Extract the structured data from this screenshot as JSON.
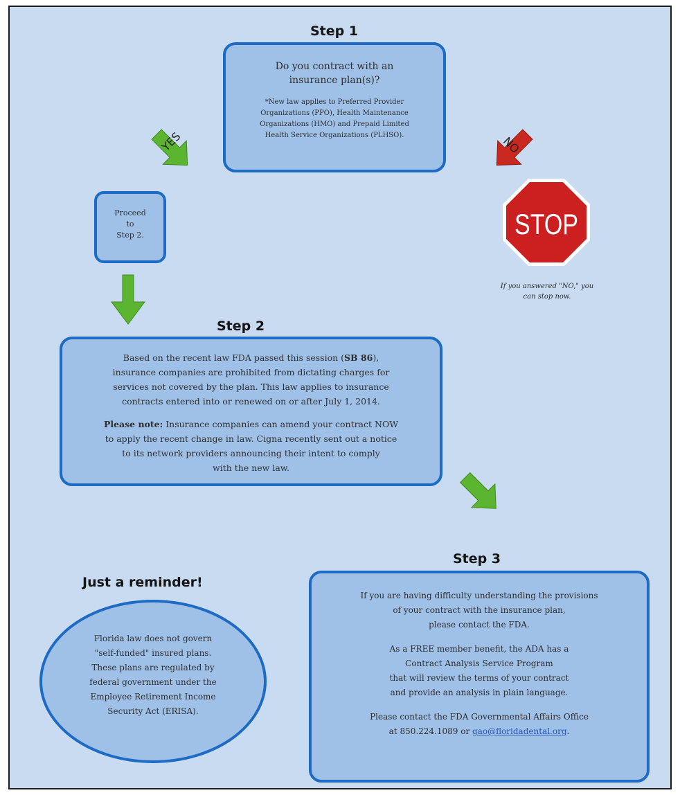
{
  "colors": {
    "background": "#c9dbf0",
    "box_fill": "#9fc0e7",
    "box_border": "#1d6bc4",
    "yes_arrow": "#5cb531",
    "no_arrow": "#c8281e",
    "stop_sign": "#cc1f1f"
  },
  "step1": {
    "heading": "Step 1",
    "question_line1": "Do you contract with an",
    "question_line2": "insurance plan(s)?",
    "note_line1": "*New law applies to Preferred Provider",
    "note_line2": "Organizations (PPO), Health Maintenance",
    "note_line3": "Organizations (HMO) and Prepaid Limited",
    "note_line4": "Health Service Organizations (PLHSO)."
  },
  "yes_label": "YES",
  "no_label": "NO",
  "proceed": {
    "line1": "Proceed",
    "line2": "to",
    "line3": "Step 2."
  },
  "stop": {
    "sign_text": "STOP",
    "caption_line1": "If you answered \"NO,\" you",
    "caption_line2": "can stop now."
  },
  "step2": {
    "heading": "Step 2",
    "p1_line1_a": "Based on the recent law FDA passed this session (",
    "p1_line1_bold": "SB 86",
    "p1_line1_b": "),",
    "p1_line2": "insurance companies are prohibited from dictating charges for",
    "p1_line3": "services not covered by the plan. This law applies to insurance",
    "p1_line4": "contracts entered into or renewed on or after July 1, 2014.",
    "p2_bold": "Please note:",
    "p2_line1": " Insurance companies can amend your contract NOW",
    "p2_line2": "to apply the recent change in law. Cigna recently sent out a notice",
    "p2_line3": "to its network providers announcing their intent to comply",
    "p2_line4": "with the new law."
  },
  "step3": {
    "heading": "Step 3",
    "p1_line1": "If you are having difficulty understanding the provisions",
    "p1_line2": "of your contract with the insurance plan,",
    "p1_line3": "please contact the FDA.",
    "p2_line1": "As a FREE member benefit, the ADA has a",
    "p2_line2": "Contract Analysis Service Program",
    "p2_line3": "that will review the terms of your contract",
    "p2_line4": "and provide an analysis in plain language.",
    "p3_line1": "Please contact the FDA Governmental Affairs Office",
    "p3_line2_a": "at 850.224.1089 or ",
    "p3_email": "gao@floridadental.org",
    "p3_line2_b": "."
  },
  "reminder": {
    "heading": "Just a reminder!",
    "line1": "Florida law does not govern",
    "line2": "\"self-funded\" insured plans.",
    "line3": "These plans are regulated by",
    "line4": "federal government under the",
    "line5": "Employee Retirement Income",
    "line6": "Security Act (ERISA)."
  }
}
